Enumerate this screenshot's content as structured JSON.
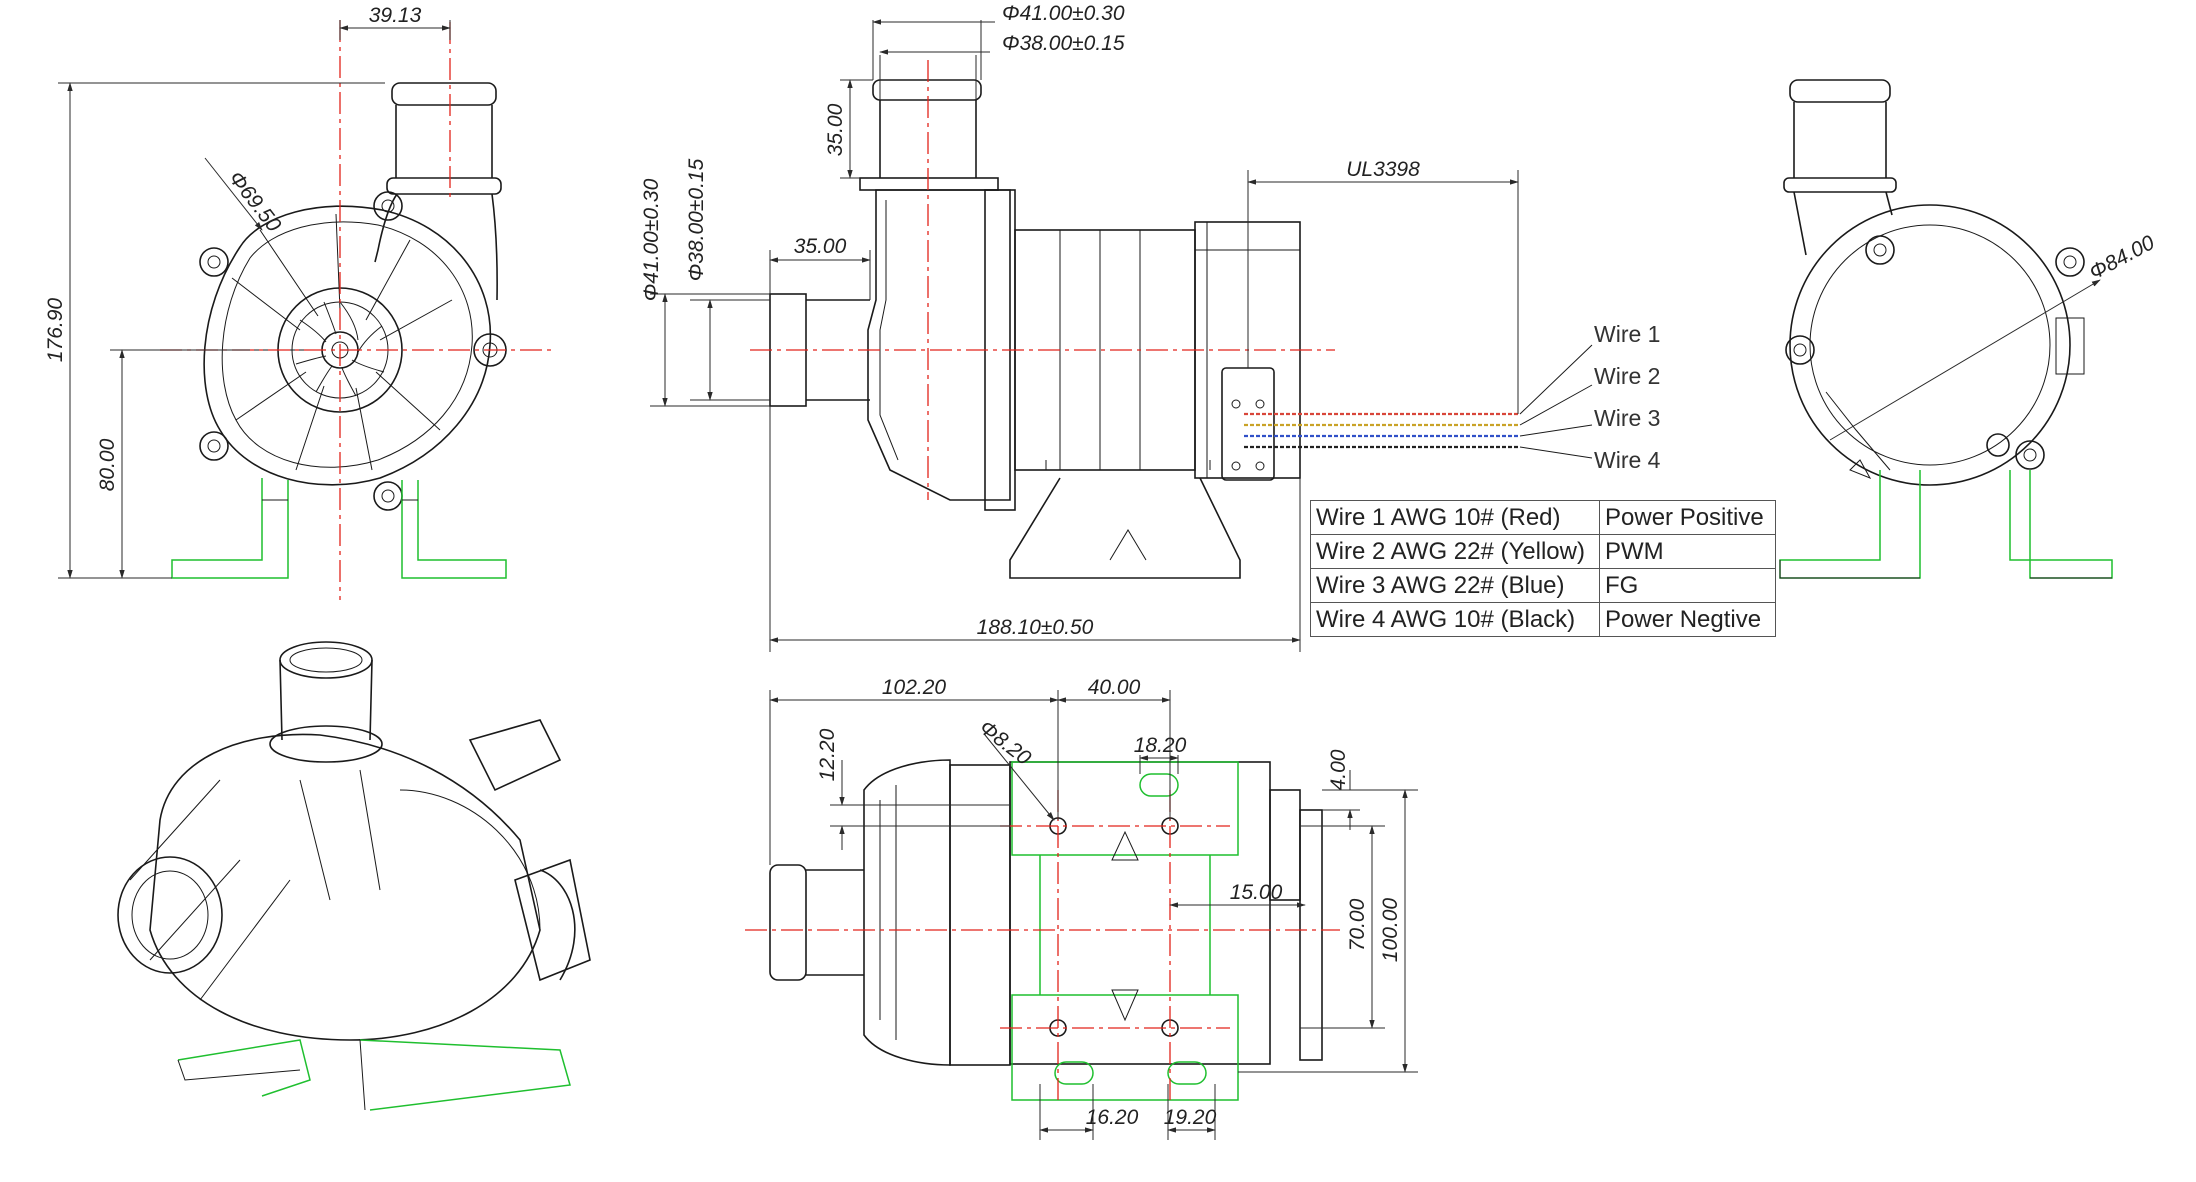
{
  "dimensions": {
    "top_left_offset": "39.13",
    "impeller_dia": "Φ69.50",
    "total_height": "176.90",
    "axis_height": "80.00",
    "outlet_od": "Φ41.00±0.30",
    "outlet_id": "Φ38.00±0.15",
    "outlet_len": "35.00",
    "inlet_od": "Φ41.00±0.30",
    "inlet_id": "Φ38.00±0.15",
    "inlet_len": "35.00",
    "cable_type": "UL3398",
    "total_length": "188.10±0.50",
    "motor_dia": "Φ84.00",
    "base_offset": "102.20",
    "hole_spacing_x": "40.00",
    "hole_dia": "Φ8.20",
    "slot_width": "18.20",
    "slot_offset": "12.20",
    "edge_offset": "4.00",
    "center_offset": "15.00",
    "hole_spacing_y": "70.00",
    "base_width": "100.00",
    "bottom_slot_1": "16.20",
    "bottom_slot_2": "19.20"
  },
  "wire_labels": [
    "Wire 1",
    "Wire 2",
    "Wire 3",
    "Wire 4"
  ],
  "wire_table": [
    {
      "wire": "Wire 1 AWG 10# (Red)",
      "function": "Power Positive"
    },
    {
      "wire": "Wire 2 AWG 22# (Yellow)",
      "function": "PWM"
    },
    {
      "wire": "Wire 3 AWG 22# (Blue)",
      "function": "FG"
    },
    {
      "wire": "Wire 4 AWG 10# (Black)",
      "function": "Power Negtive"
    }
  ],
  "colors": {
    "outline": "#1a1a1a",
    "centerline": "#e2231a",
    "bracket": "#1fbf2f",
    "wire_red": "#d8463a",
    "wire_yellow": "#c9a227",
    "wire_blue": "#3050c8",
    "wire_black": "#222222"
  }
}
